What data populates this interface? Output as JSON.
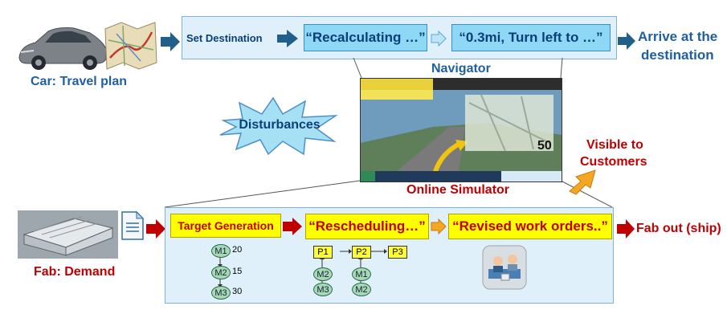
{
  "top": {
    "caption_car": "Car: Travel plan",
    "set_destination": "Set Destination",
    "box1": "“Recalculating …”",
    "box2": "“0.3mi, Turn left to …”",
    "arrive_line1": "Arrive at the",
    "arrive_line2": "destination",
    "navigator": "Navigator"
  },
  "middle": {
    "disturbances": "Disturbances",
    "online_simulator": "Online Simulator",
    "visible_line1": "Visible to",
    "visible_line2": "Customers"
  },
  "bottom": {
    "caption_fab": "Fab: Demand",
    "target_generation": "Target Generation",
    "box1": "“Rescheduling…”",
    "box2": "“Revised  work orders..”",
    "fab_out": "Fab out (ship)",
    "machines": [
      {
        "label": "M1",
        "value": "20"
      },
      {
        "label": "M2",
        "value": "15"
      },
      {
        "label": "M3",
        "value": "30"
      }
    ],
    "products": [
      "P1",
      "P2",
      "P3"
    ],
    "prod_machines": [
      "M2",
      "M3",
      "M1",
      "M2"
    ]
  },
  "colors": {
    "top_panel": "#dff0fb",
    "cyan_box": "#8fd8f5",
    "yellow_box": "#ffff00",
    "blue_arrow": "#1f5f8a",
    "red_arrow": "#c00000",
    "orange_arrow": "#f5a623"
  }
}
